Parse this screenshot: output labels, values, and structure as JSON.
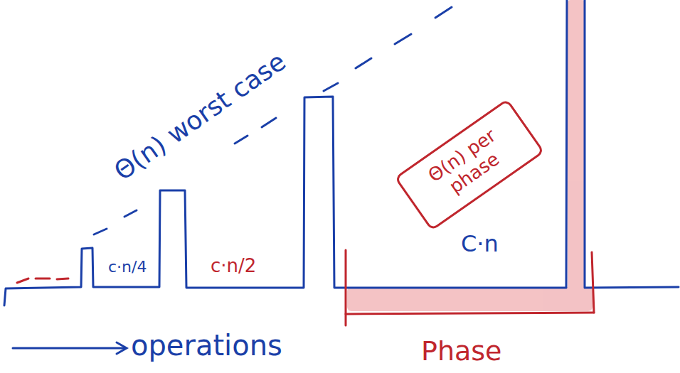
{
  "diagram": {
    "nodes": [
      {
        "text": [
          "Θ(n) per phase"
        ]
      }
    ],
    "labels": [
      "Θ(n) worst case",
      "c·n/4",
      "c·n/2",
      "C·n",
      "operations",
      "Phase"
    ]
  }
}
